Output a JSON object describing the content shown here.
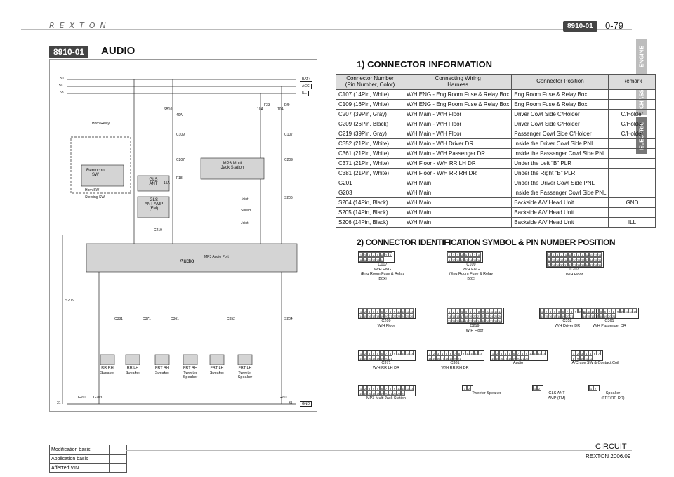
{
  "header": {
    "brand": "REXTON",
    "code": "8910-01",
    "page": "0-79"
  },
  "side_tabs": [
    "ENGINE",
    "CHASSIS",
    "ELECTRIC"
  ],
  "section": {
    "code": "8910-01",
    "title": "AUDIO"
  },
  "diagram": {
    "rails": [
      "30",
      "15C",
      "58"
    ],
    "rail_tags": [
      "BAT+",
      "ACC",
      "ILL"
    ],
    "ground_tag": "GND",
    "ground_left": "31",
    "ground_right": "31",
    "labels": {
      "horn_relay": "Horn Relay",
      "remocon": "Remocon\nSW",
      "horn_sw": "Horn SW",
      "steering_sw": "Steering SW",
      "sb10": "SB10",
      "sb10_amp": "40A",
      "c109": "C109",
      "c207": "C207",
      "f18": "F18",
      "f18_amp": "15A",
      "f33": "F33",
      "f33_amp": "10A",
      "ef9": "Ef9",
      "ef9_amp": "10A",
      "c107": "C107",
      "c209": "C209",
      "s206": "S206",
      "gls_ant": "GLS\nANT",
      "gls_amp": "GLS\nANT AMP\n(FM)",
      "c219": "C219",
      "mp3_station": "MP3 Multi\nJack Station",
      "joint": "Joint",
      "shield": "Shield",
      "audio": "Audio",
      "mp3_port": "MP3 Audio Port",
      "s205": "S205",
      "s204": "S204",
      "c381": "C381",
      "c371": "C371",
      "c361": "C361",
      "c352": "C352",
      "g201": "G201",
      "g203": "G203",
      "g201b": "G201"
    },
    "speakers": [
      "RR RH\nSpeaker",
      "RR LH\nSpeaker",
      "FRT RH\nSpeaker",
      "FRT RH\nTweeter\nSpeaker",
      "FRT LH\nSpeaker",
      "FRT LH\nTweeter\nSpeaker"
    ]
  },
  "connector_info": {
    "title": "1) CONNECTOR INFORMATION",
    "headers": [
      "Connector Number\n(Pin Number, Color)",
      "Connecting Wiring\nHarness",
      "Connector Position",
      "Remark"
    ],
    "rows": [
      [
        "C107 (14Pin, White)",
        "W/H ENG - Eng Room Fuse & Relay Box",
        "Eng Room Fuse & Relay Box",
        ""
      ],
      [
        "C109 (16Pin, White)",
        "W/H ENG - Eng Room Fuse & Relay Box",
        "Eng Room Fuse & Relay Box",
        ""
      ],
      [
        "C207 (39Pin, Gray)",
        "W/H Main - W/H Floor",
        "Driver Cowl Side C/Holder",
        "C/Holder"
      ],
      [
        "C209 (26Pin, Black)",
        "W/H Main - W/H Floor",
        "Driver Cowl Side C/Holder",
        "C/Holder"
      ],
      [
        "C219 (39Pin, Gray)",
        "W/H Main - W/H Floor",
        "Passenger Cowl Side C/Holder",
        "C/Holder"
      ],
      [
        "C352 (21Pin, White)",
        "W/H Main - W/H Driver DR",
        "Inside the Driver Cowl Side PNL",
        ""
      ],
      [
        "C361 (21Pin, White)",
        "W/H Main - W/H Passenger DR",
        "Inside the Passenger Cowl Side PNL",
        ""
      ],
      [
        "C371 (21Pin, White)",
        "W/H Floor - W/H RR LH DR",
        "Under the Left \"B\" PLR",
        ""
      ],
      [
        "C381 (21Pin, White)",
        "W/H Floor - W/H RR RH DR",
        "Under the Right \"B\" PLR",
        ""
      ],
      [
        "G201",
        "W/H Main",
        "Under the Driver Cowl Side PNL",
        ""
      ],
      [
        "G203",
        "W/H Main",
        "Inside the Passenger Cowl Side PNL",
        ""
      ],
      [
        "S204 (14Pin, Black)",
        "W/H Main",
        "Backside A/V Head Unit",
        "GND"
      ],
      [
        "S205 (14Pin, Black)",
        "W/H Main",
        "Backside A/V Head Unit",
        ""
      ],
      [
        "S206 (14Pin, Black)",
        "W/H Main",
        "Backside A/V Head Unit",
        "ILL"
      ]
    ]
  },
  "pin_section": {
    "title": "2) CONNECTOR IDENTIFICATION SYMBOL & PIN NUMBER POSITION",
    "connectors": [
      {
        "caption": "C107\nW/H ENG\n(Eng Room Fuse & Relay Box)",
        "pins": 14
      },
      {
        "caption": "C109\nW/H ENG\n(Eng Room Fuse & Relay Box)",
        "pins": 16
      },
      {
        "caption": "C207\nW/H Floor",
        "pins": 39
      },
      {
        "caption": "C209\nW/H Floor",
        "pins": 26
      },
      {
        "caption": "C219\nW/H Floor",
        "pins": 39
      },
      {
        "caption": "C352\nW/H Driver DR",
        "pins": 21
      },
      {
        "caption": "C361\nW/H Passenger DR",
        "pins": 21
      },
      {
        "caption": "C371\nW/H RR LH DR",
        "pins": 21
      },
      {
        "caption": "C381\nW/H RR RH DR",
        "pins": 21
      },
      {
        "caption": "Audio",
        "pins": 22
      },
      {
        "caption": "A/Cruse SW & Contact Coil",
        "pins": 12
      },
      {
        "caption": "MP3 Multi Jack Station",
        "pins": 24
      },
      {
        "caption": "Tweeter Speaker",
        "pins": 2
      },
      {
        "caption": "GLS ANT\nAMP (FM)",
        "pins": 2
      },
      {
        "caption": "Speaker\n(FRT/RR DR)",
        "pins": 2
      }
    ]
  },
  "legend": [
    "Modification basis",
    "Application basis",
    "Affected VIN"
  ],
  "footer": {
    "circuit": "CIRCUIT",
    "model": "REXTON 2006.09"
  }
}
